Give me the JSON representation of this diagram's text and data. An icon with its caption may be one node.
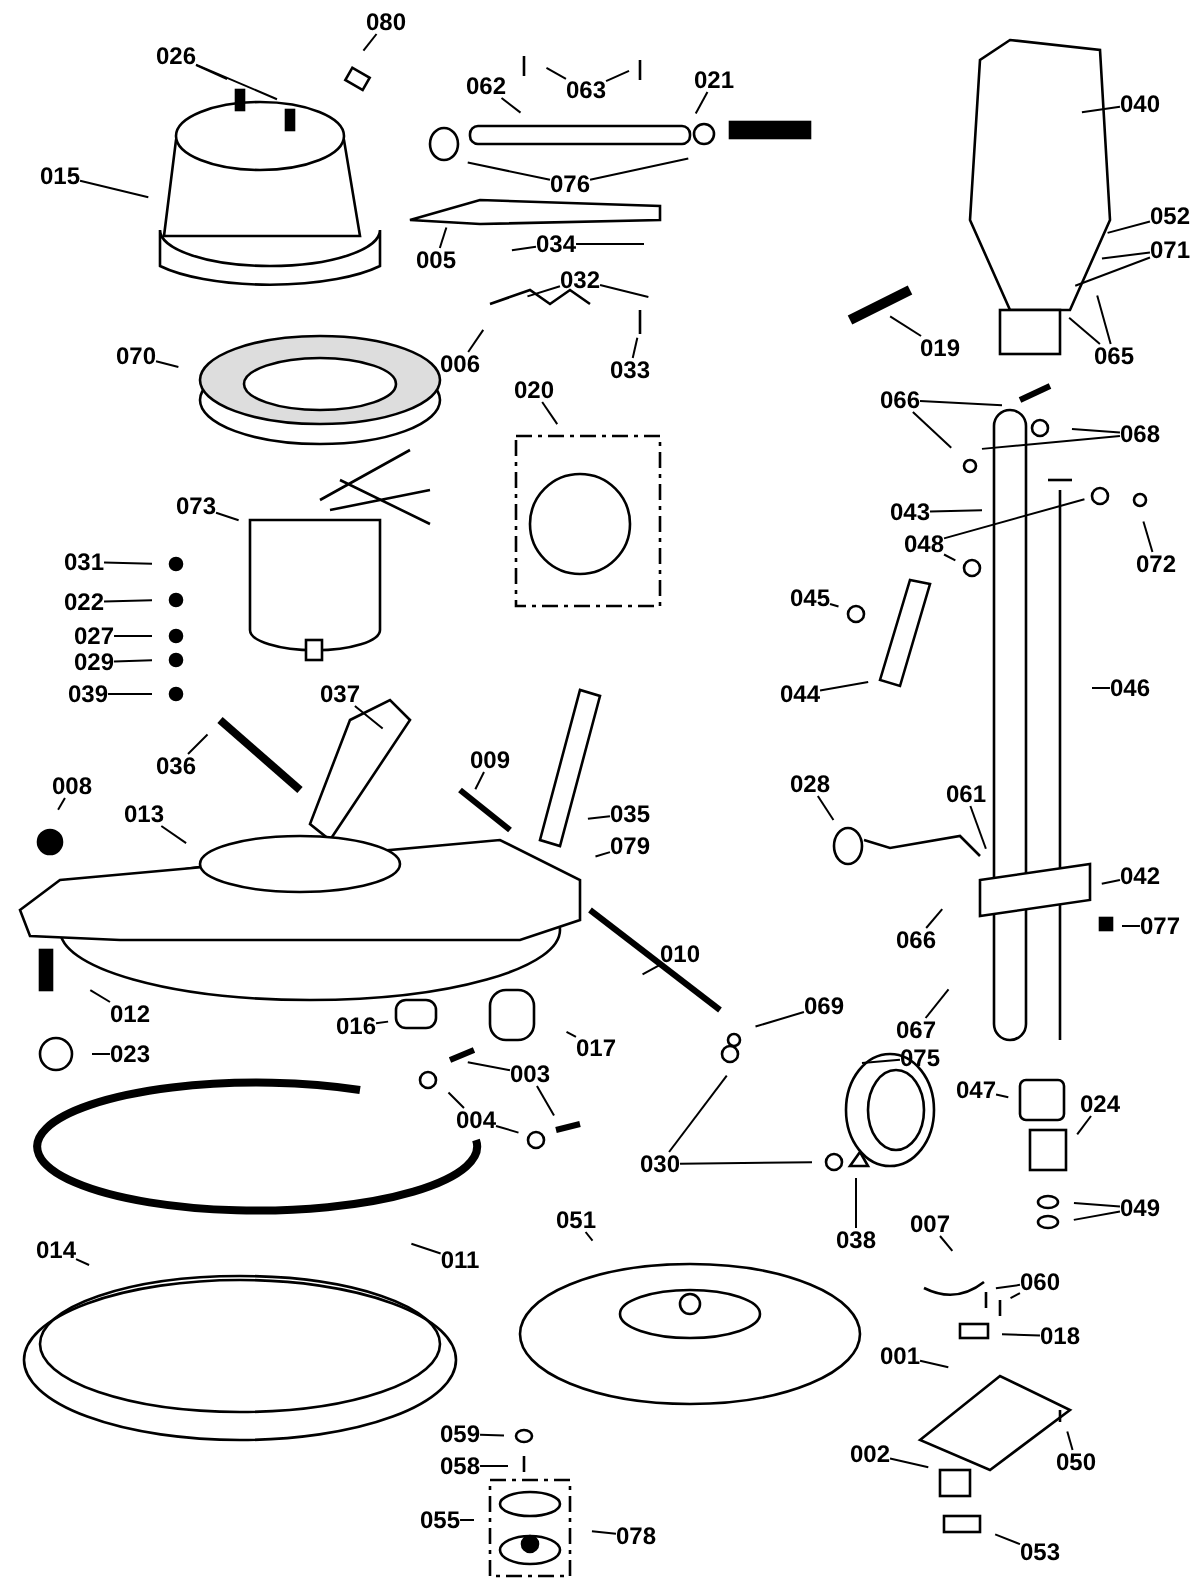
{
  "diagram": {
    "nodes": [
      {
        "text": [
          "080"
        ]
      },
      {
        "text": [
          "026"
        ]
      },
      {
        "text": [
          "015"
        ]
      },
      {
        "text": [
          "062"
        ]
      },
      {
        "text": [
          "063"
        ]
      },
      {
        "text": [
          "021"
        ]
      },
      {
        "text": [
          "040"
        ]
      },
      {
        "text": [
          "076"
        ]
      },
      {
        "text": [
          "005"
        ]
      },
      {
        "text": [
          "034"
        ]
      },
      {
        "text": [
          "032"
        ]
      },
      {
        "text": [
          "006"
        ]
      },
      {
        "text": [
          "033"
        ]
      },
      {
        "text": [
          "052"
        ]
      },
      {
        "text": [
          "071"
        ]
      },
      {
        "text": [
          "019"
        ]
      },
      {
        "text": [
          "065"
        ]
      },
      {
        "text": [
          "070"
        ]
      },
      {
        "text": [
          "020"
        ]
      },
      {
        "text": [
          "066"
        ]
      },
      {
        "text": [
          "068"
        ]
      },
      {
        "text": [
          "043"
        ]
      },
      {
        "text": [
          "048"
        ]
      },
      {
        "text": [
          "072"
        ]
      },
      {
        "text": [
          "073"
        ]
      },
      {
        "text": [
          "031"
        ]
      },
      {
        "text": [
          "022"
        ]
      },
      {
        "text": [
          "027"
        ]
      },
      {
        "text": [
          "029"
        ]
      },
      {
        "text": [
          "039"
        ]
      },
      {
        "text": [
          "045"
        ]
      },
      {
        "text": [
          "037"
        ]
      },
      {
        "text": [
          "044"
        ]
      },
      {
        "text": [
          "046"
        ]
      },
      {
        "text": [
          "036"
        ]
      },
      {
        "text": [
          "009"
        ]
      },
      {
        "text": [
          "008"
        ]
      },
      {
        "text": [
          "028"
        ]
      },
      {
        "text": [
          "061"
        ]
      },
      {
        "text": [
          "013"
        ]
      },
      {
        "text": [
          "035"
        ]
      },
      {
        "text": [
          "079"
        ]
      },
      {
        "text": [
          "042"
        ]
      },
      {
        "text": [
          "066"
        ]
      },
      {
        "text": [
          "077"
        ]
      },
      {
        "text": [
          "010"
        ]
      },
      {
        "text": [
          "012"
        ]
      },
      {
        "text": [
          "069"
        ]
      },
      {
        "text": [
          "016"
        ]
      },
      {
        "text": [
          "067"
        ]
      },
      {
        "text": [
          "017"
        ]
      },
      {
        "text": [
          "023"
        ]
      },
      {
        "text": [
          "075"
        ]
      },
      {
        "text": [
          "003"
        ]
      },
      {
        "text": [
          "047"
        ]
      },
      {
        "text": [
          "024"
        ]
      },
      {
        "text": [
          "004"
        ]
      },
      {
        "text": [
          "030"
        ]
      },
      {
        "text": [
          "049"
        ]
      },
      {
        "text": [
          "038"
        ]
      },
      {
        "text": [
          "051"
        ]
      },
      {
        "text": [
          "007"
        ]
      },
      {
        "text": [
          "014"
        ]
      },
      {
        "text": [
          "011"
        ]
      },
      {
        "text": [
          "060"
        ]
      },
      {
        "text": [
          "018"
        ]
      },
      {
        "text": [
          "001"
        ]
      },
      {
        "text": [
          "059"
        ]
      },
      {
        "text": [
          "058"
        ]
      },
      {
        "text": [
          "002"
        ]
      },
      {
        "text": [
          "050"
        ]
      },
      {
        "text": [
          "055"
        ]
      },
      {
        "text": [
          "078"
        ]
      },
      {
        "text": [
          "053"
        ]
      }
    ],
    "edges": [
      {
        "from": 0,
        "to": null,
        "arrow": "none"
      },
      {
        "from": 1,
        "to": null,
        "arrow": "none"
      },
      {
        "from": 1,
        "to": null,
        "arrow": "none"
      },
      {
        "from": 2,
        "to": null,
        "arrow": "none"
      },
      {
        "from": 3,
        "to": null,
        "arrow": "none"
      },
      {
        "from": 4,
        "to": null,
        "arrow": "none"
      },
      {
        "from": 4,
        "to": null,
        "arrow": "none"
      },
      {
        "from": 5,
        "to": null,
        "arrow": "none"
      },
      {
        "from": 6,
        "to": null,
        "arrow": "none"
      },
      {
        "from": 7,
        "to": null,
        "arrow": "none"
      },
      {
        "from": 7,
        "to": null,
        "arrow": "none"
      },
      {
        "from": 8,
        "to": null,
        "arrow": "none"
      },
      {
        "from": 9,
        "to": null,
        "arrow": "none"
      },
      {
        "from": 9,
        "to": null,
        "arrow": "none"
      },
      {
        "from": 10,
        "to": null,
        "arrow": "none"
      },
      {
        "from": 10,
        "to": null,
        "arrow": "none"
      },
      {
        "from": 11,
        "to": null,
        "arrow": "none"
      },
      {
        "from": 12,
        "to": null,
        "arrow": "none"
      },
      {
        "from": 13,
        "to": null,
        "arrow": "none"
      },
      {
        "from": 14,
        "to": null,
        "arrow": "none"
      },
      {
        "from": 14,
        "to": null,
        "arrow": "none"
      },
      {
        "from": 15,
        "to": null,
        "arrow": "none"
      },
      {
        "from": 16,
        "to": null,
        "arrow": "none"
      },
      {
        "from": 16,
        "to": null,
        "arrow": "none"
      },
      {
        "from": 17,
        "to": null,
        "arrow": "none"
      },
      {
        "from": 18,
        "to": null,
        "arrow": "none"
      },
      {
        "from": 19,
        "to": null,
        "arrow": "none"
      },
      {
        "from": 19,
        "to": null,
        "arrow": "none"
      },
      {
        "from": 20,
        "to": null,
        "arrow": "none"
      },
      {
        "from": 20,
        "to": null,
        "arrow": "none"
      },
      {
        "from": 21,
        "to": null,
        "arrow": "none"
      },
      {
        "from": 22,
        "to": null,
        "arrow": "none"
      },
      {
        "from": 22,
        "to": null,
        "arrow": "none"
      },
      {
        "from": 23,
        "to": null,
        "arrow": "none"
      },
      {
        "from": 24,
        "to": null,
        "arrow": "none"
      },
      {
        "from": 25,
        "to": null,
        "arrow": "none"
      },
      {
        "from": 26,
        "to": null,
        "arrow": "none"
      },
      {
        "from": 27,
        "to": null,
        "arrow": "none"
      },
      {
        "from": 28,
        "to": null,
        "arrow": "none"
      },
      {
        "from": 29,
        "to": null,
        "arrow": "none"
      },
      {
        "from": 30,
        "to": null,
        "arrow": "none"
      },
      {
        "from": 31,
        "to": null,
        "arrow": "none"
      },
      {
        "from": 32,
        "to": null,
        "arrow": "none"
      },
      {
        "from": 33,
        "to": null,
        "arrow": "none"
      },
      {
        "from": 34,
        "to": null,
        "arrow": "none"
      },
      {
        "from": 35,
        "to": null,
        "arrow": "none"
      },
      {
        "from": 36,
        "to": null,
        "arrow": "none"
      },
      {
        "from": 37,
        "to": null,
        "arrow": "none"
      },
      {
        "from": 38,
        "to": null,
        "arrow": "none"
      },
      {
        "from": 39,
        "to": null,
        "arrow": "none"
      },
      {
        "from": 40,
        "to": null,
        "arrow": "none"
      },
      {
        "from": 41,
        "to": null,
        "arrow": "none"
      },
      {
        "from": 42,
        "to": null,
        "arrow": "none"
      },
      {
        "from": 43,
        "to": null,
        "arrow": "none"
      },
      {
        "from": 44,
        "to": null,
        "arrow": "none"
      },
      {
        "from": 45,
        "to": null,
        "arrow": "none"
      },
      {
        "from": 46,
        "to": null,
        "arrow": "none"
      },
      {
        "from": 47,
        "to": null,
        "arrow": "none"
      },
      {
        "from": 48,
        "to": null,
        "arrow": "none"
      },
      {
        "from": 49,
        "to": null,
        "arrow": "none"
      },
      {
        "from": 50,
        "to": null,
        "arrow": "none"
      },
      {
        "from": 51,
        "to": null,
        "arrow": "none"
      },
      {
        "from": 52,
        "to": null,
        "arrow": "none"
      },
      {
        "from": 53,
        "to": null,
        "arrow": "none"
      },
      {
        "from": 53,
        "to": null,
        "arrow": "none"
      },
      {
        "from": 54,
        "to": null,
        "arrow": "none"
      },
      {
        "from": 55,
        "to": null,
        "arrow": "none"
      },
      {
        "from": 56,
        "to": null,
        "arrow": "none"
      },
      {
        "from": 56,
        "to": null,
        "arrow": "none"
      },
      {
        "from": 57,
        "to": null,
        "arrow": "none"
      },
      {
        "from": 57,
        "to": null,
        "arrow": "none"
      },
      {
        "from": 58,
        "to": null,
        "arrow": "none"
      },
      {
        "from": 58,
        "to": null,
        "arrow": "none"
      },
      {
        "from": 59,
        "to": null,
        "arrow": "none"
      },
      {
        "from": 60,
        "to": null,
        "arrow": "none"
      },
      {
        "from": 61,
        "to": null,
        "arrow": "none"
      },
      {
        "from": 62,
        "to": null,
        "arrow": "none"
      },
      {
        "from": 63,
        "to": null,
        "arrow": "none"
      },
      {
        "from": 64,
        "to": null,
        "arrow": "none"
      },
      {
        "from": 64,
        "to": null,
        "arrow": "none"
      },
      {
        "from": 65,
        "to": null,
        "arrow": "none"
      },
      {
        "from": 66,
        "to": null,
        "arrow": "none"
      },
      {
        "from": 67,
        "to": null,
        "arrow": "none"
      },
      {
        "from": 68,
        "to": null,
        "arrow": "none"
      },
      {
        "from": 69,
        "to": null,
        "arrow": "none"
      },
      {
        "from": 70,
        "to": null,
        "arrow": "none"
      },
      {
        "from": 71,
        "to": null,
        "arrow": "none"
      },
      {
        "from": 72,
        "to": null,
        "arrow": "none"
      },
      {
        "from": 73,
        "to": null,
        "arrow": "none"
      }
    ]
  }
}
